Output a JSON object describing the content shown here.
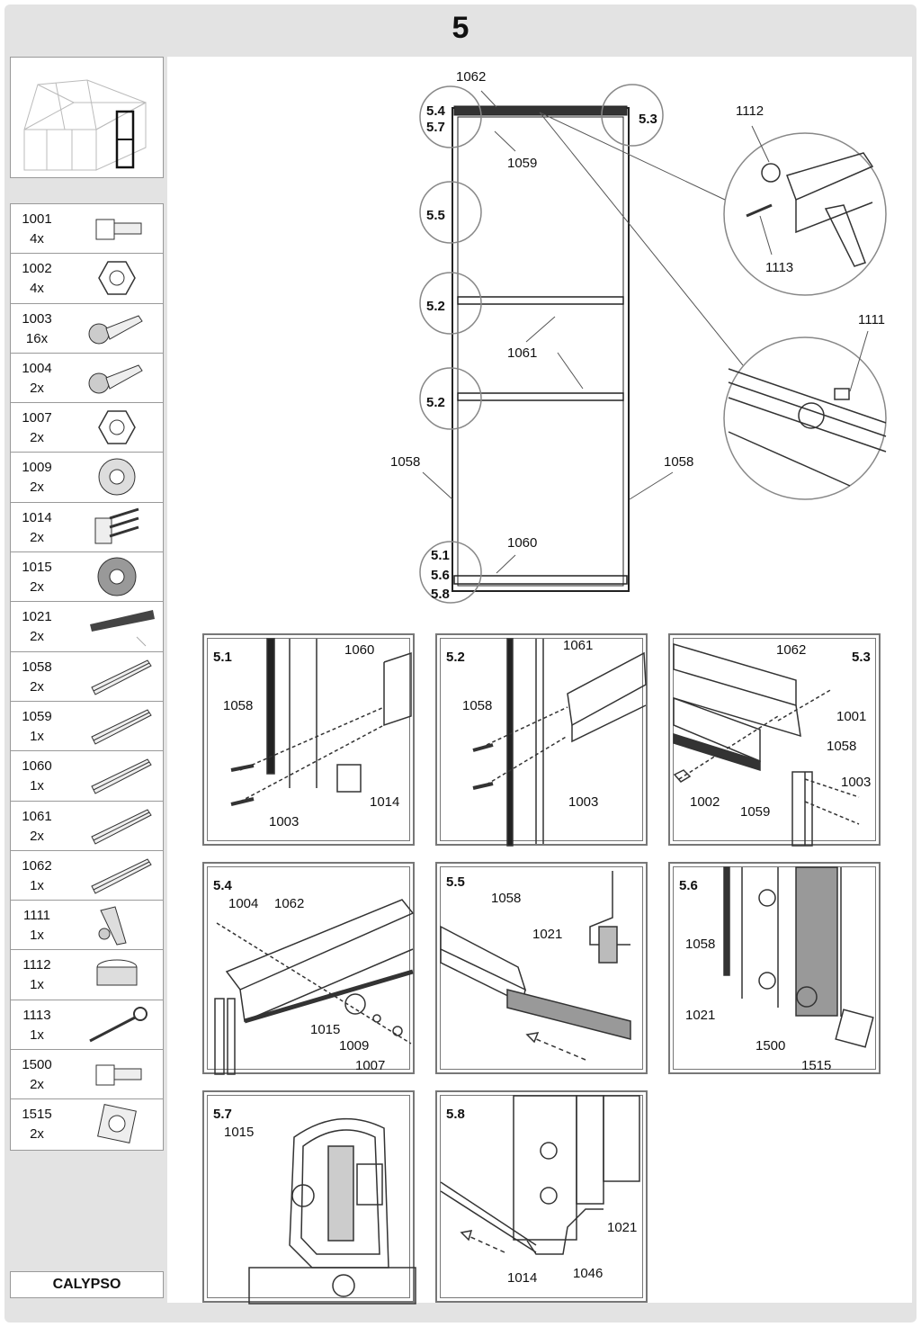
{
  "page": {
    "step_number": "5",
    "brand": "CALYPSO"
  },
  "parts": [
    {
      "code": "1001",
      "qty": "4x",
      "icon": "bolt-square-head-icon"
    },
    {
      "code": "1002",
      "qty": "4x",
      "icon": "hex-nut-icon"
    },
    {
      "code": "1003",
      "qty": "16x",
      "icon": "screw-icon"
    },
    {
      "code": "1004",
      "qty": "2x",
      "icon": "screw-icon"
    },
    {
      "code": "1007",
      "qty": "2x",
      "icon": "hex-nut-icon"
    },
    {
      "code": "1009",
      "qty": "2x",
      "icon": "lock-washer-icon"
    },
    {
      "code": "1014",
      "qty": "2x",
      "icon": "slider-block-icon"
    },
    {
      "code": "1015",
      "qty": "2x",
      "icon": "roller-wheel-icon"
    },
    {
      "code": "1021",
      "qty": "2x",
      "icon": "brush-strip-icon"
    },
    {
      "code": "1058",
      "qty": "2x",
      "icon": "profile-bar-icon"
    },
    {
      "code": "1059",
      "qty": "1x",
      "icon": "profile-bar-icon"
    },
    {
      "code": "1060",
      "qty": "1x",
      "icon": "profile-bar-icon"
    },
    {
      "code": "1061",
      "qty": "2x",
      "icon": "profile-bar-icon"
    },
    {
      "code": "1062",
      "qty": "1x",
      "icon": "profile-bar-icon"
    },
    {
      "code": "1111",
      "qty": "1x",
      "icon": "door-latch-icon"
    },
    {
      "code": "1112",
      "qty": "1x",
      "icon": "knob-icon"
    },
    {
      "code": "1113",
      "qty": "1x",
      "icon": "eye-pin-icon"
    },
    {
      "code": "1500",
      "qty": "2x",
      "icon": "bolt-square-head-icon"
    },
    {
      "code": "1515",
      "qty": "2x",
      "icon": "square-nut-icon"
    }
  ],
  "overview": {
    "circles": {
      "c54": "5.4",
      "c57": "5.7",
      "c53": "5.3",
      "c55": "5.5",
      "c52a": "5.2",
      "c52b": "5.2",
      "c51": "5.1",
      "c56": "5.6",
      "c58": "5.8"
    },
    "labels": {
      "l1062": "1062",
      "l1059": "1059",
      "l1061": "1061",
      "l1058a": "1058",
      "l1058b": "1058",
      "l1060": "1060",
      "l1112": "1112",
      "l1113": "1113",
      "l1111": "1111"
    }
  },
  "panels": {
    "p51": {
      "title": "5.1",
      "labels": [
        "1060",
        "1058",
        "1014",
        "1003"
      ]
    },
    "p52": {
      "title": "5.2",
      "labels": [
        "1061",
        "1058",
        "1003"
      ]
    },
    "p53": {
      "title": "5.3",
      "labels": [
        "1062",
        "1001",
        "1058",
        "1003",
        "1002",
        "1059"
      ]
    },
    "p54": {
      "title": "5.4",
      "labels": [
        "1004",
        "1062",
        "1015",
        "1009",
        "1007"
      ]
    },
    "p55": {
      "title": "5.5",
      "labels": [
        "1058",
        "1021"
      ]
    },
    "p56": {
      "title": "5.6",
      "labels": [
        "1058",
        "1021",
        "1500",
        "1515"
      ]
    },
    "p57": {
      "title": "5.7",
      "labels": [
        "1015"
      ]
    },
    "p58": {
      "title": "5.8",
      "labels": [
        "1021",
        "1014",
        "1046"
      ]
    }
  }
}
